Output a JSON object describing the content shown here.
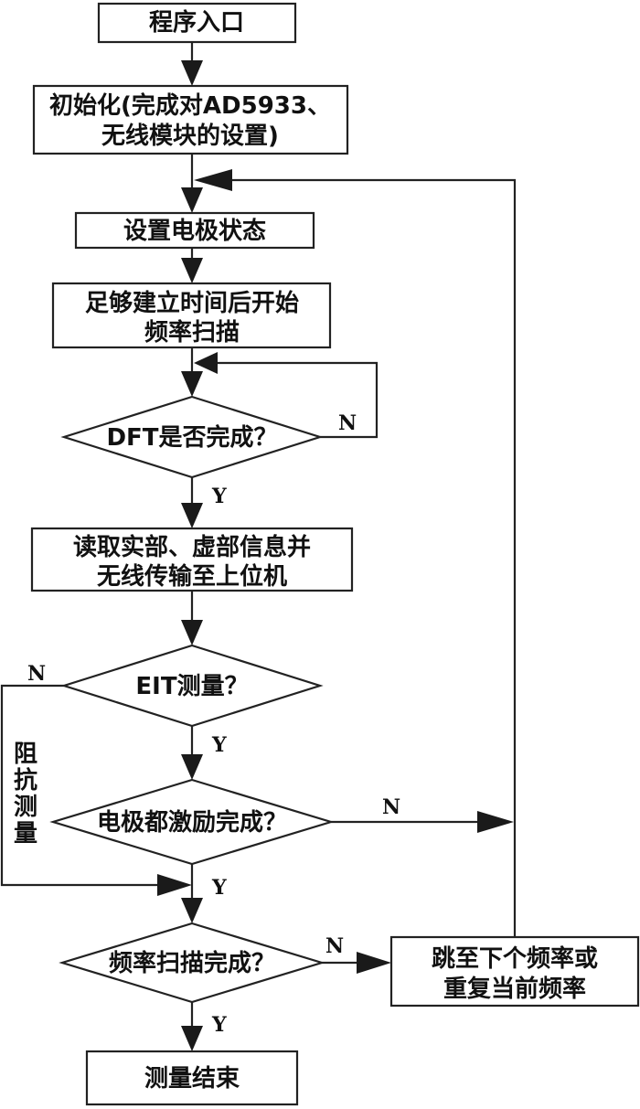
{
  "nodes": {
    "start": "程序入口",
    "init_1": "初始化(完成对AD5933、",
    "init_2": "无线模块的设置)",
    "set_electrode": "设置电极状态",
    "sweep_1": "足够建立时间后开始",
    "sweep_2": "频率扫描",
    "dft_check": "DFT是否完成？",
    "read_1": "读取实部、虚部信息并",
    "read_2": "无线传输至上位机",
    "eit_check": "EIT测量？",
    "electrode_check": "电极都激励完成？",
    "sweep_done_check": "频率扫描完成？",
    "next_freq_1": "跳至下个频率或",
    "next_freq_2": "重复当前频率",
    "end": "测量结束"
  },
  "edge_labels": {
    "dft_no": "N",
    "dft_yes": "Y",
    "eit_no": "N",
    "eit_yes": "Y",
    "electrode_no": "N",
    "electrode_yes": "Y",
    "sweep_no": "N",
    "sweep_yes": "Y"
  },
  "side_label": [
    "阻",
    "抗",
    "测",
    "量"
  ]
}
